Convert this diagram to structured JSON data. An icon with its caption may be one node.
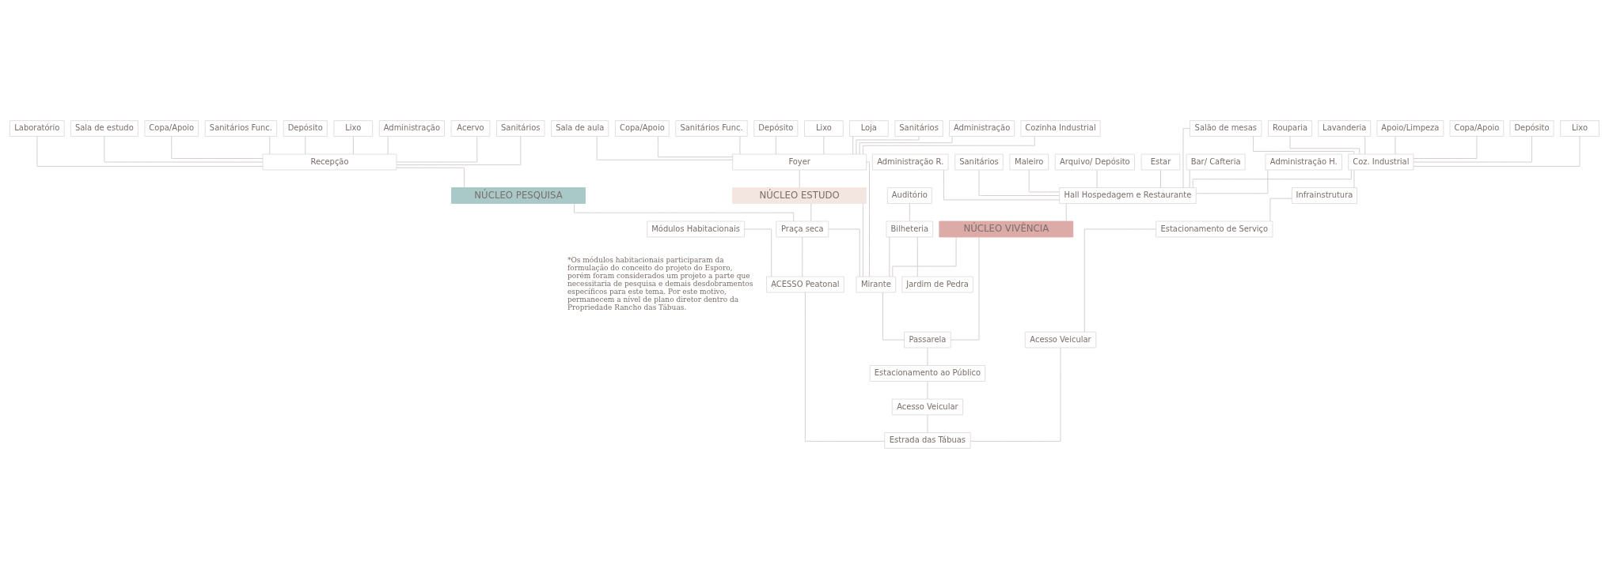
{
  "diagram": {
    "nodes": [
      {
        "text": [
          "Administração"
        ]
      },
      {
        "text": [
          "Acervo"
        ]
      },
      {
        "text": [
          "Sanitários"
        ]
      },
      {
        "text": [
          "Laboratório"
        ]
      },
      {
        "text": [
          "Sala de estudo"
        ]
      },
      {
        "text": [
          "Copa/Apoio"
        ]
      },
      {
        "text": [
          "Sanitários Func."
        ]
      },
      {
        "text": [
          "Depósito"
        ]
      },
      {
        "text": [
          "Lixo"
        ]
      },
      {
        "text": [
          "Recepção"
        ]
      },
      {
        "text": [
          "NÚCLEO PESQUISA"
        ]
      },
      {
        "text": [
          "Sanitários"
        ]
      },
      {
        "text": [
          "Administração"
        ]
      },
      {
        "text": [
          "Cozinha Industrial"
        ]
      },
      {
        "text": [
          "Sala de aula"
        ]
      },
      {
        "text": [
          "Copa/Apoio"
        ]
      },
      {
        "text": [
          "Sanitários Func."
        ]
      },
      {
        "text": [
          "Depósito"
        ]
      },
      {
        "text": [
          "Lixo"
        ]
      },
      {
        "text": [
          "Loja"
        ]
      },
      {
        "text": [
          "Auditório"
        ]
      },
      {
        "text": [
          "Bilheteria"
        ]
      },
      {
        "text": [
          "Jardim de Pedra"
        ]
      },
      {
        "text": [
          "Foyer"
        ]
      },
      {
        "text": [
          "NÚCLEO ESTUDO"
        ]
      },
      {
        "text": [
          "Administração H."
        ]
      },
      {
        "text": [
          "Administração R."
        ]
      },
      {
        "text": [
          "Sanitários"
        ]
      },
      {
        "text": [
          "Maleiro"
        ]
      },
      {
        "text": [
          "Arquivo/ Depósito"
        ]
      },
      {
        "text": [
          "Estar"
        ]
      },
      {
        "text": [
          "Bar/ Cafteria"
        ]
      },
      {
        "text": [
          "Salão de mesas"
        ]
      },
      {
        "text": [
          "Coz. Industrial"
        ]
      },
      {
        "text": [
          "Copa/Apoio"
        ]
      },
      {
        "text": [
          "Depósito"
        ]
      },
      {
        "text": [
          "Lixo"
        ]
      },
      {
        "text": [
          "Rouparia"
        ]
      },
      {
        "text": [
          "Lavanderia"
        ]
      },
      {
        "text": [
          "Apoio/Limpeza"
        ]
      },
      {
        "text": [
          "Hall Hospedagem e Restaurante"
        ]
      },
      {
        "text": [
          "NÚCLEO VIVÊNCIA"
        ]
      },
      {
        "text": [
          "Praça seca"
        ]
      },
      {
        "text": [
          "Mirante"
        ]
      },
      {
        "text": [
          "Módulos Habitacionais"
        ]
      },
      {
        "text": [
          "ACESSO Peatonal"
        ]
      },
      {
        "text": [
          "Passarela"
        ]
      },
      {
        "text": [
          "Infrainstrutura"
        ]
      },
      {
        "text": [
          "Estacionamento ao Público"
        ]
      },
      {
        "text": [
          "Estacionamento de Serviço"
        ]
      },
      {
        "text": [
          "Acesso Veicular"
        ]
      },
      {
        "text": [
          "Acesso Veicular"
        ]
      },
      {
        "text": [
          "Estrada das Tábuas"
        ]
      }
    ],
    "edges": [
      {
        "from": 0,
        "to": 9,
        "arrow": "none"
      },
      {
        "from": 1,
        "to": 9,
        "arrow": "none"
      },
      {
        "from": 2,
        "to": 9,
        "arrow": "none"
      },
      {
        "from": 3,
        "to": 9,
        "arrow": "none"
      },
      {
        "from": 4,
        "to": 9,
        "arrow": "none"
      },
      {
        "from": 5,
        "to": 9,
        "arrow": "none"
      },
      {
        "from": 6,
        "to": 9,
        "arrow": "none"
      },
      {
        "from": 7,
        "to": 9,
        "arrow": "none"
      },
      {
        "from": 8,
        "to": 9,
        "arrow": "none"
      },
      {
        "from": 9,
        "to": 10,
        "arrow": "none"
      },
      {
        "from": 10,
        "to": 42,
        "arrow": "none"
      },
      {
        "from": 11,
        "to": 23,
        "arrow": "none"
      },
      {
        "from": 12,
        "to": 23,
        "arrow": "none"
      },
      {
        "from": 13,
        "to": 23,
        "arrow": "none"
      },
      {
        "from": 14,
        "to": 23,
        "arrow": "none"
      },
      {
        "from": 15,
        "to": 23,
        "arrow": "none"
      },
      {
        "from": 16,
        "to": 23,
        "arrow": "none"
      },
      {
        "from": 17,
        "to": 23,
        "arrow": "none"
      },
      {
        "from": 18,
        "to": 23,
        "arrow": "none"
      },
      {
        "from": 19,
        "to": 23,
        "arrow": "none"
      },
      {
        "from": 20,
        "to": 21,
        "arrow": "none"
      },
      {
        "from": 21,
        "to": 22,
        "arrow": "none"
      },
      {
        "from": 21,
        "to": 43,
        "arrow": "none"
      },
      {
        "from": 23,
        "to": 43,
        "arrow": "none"
      },
      {
        "from": 23,
        "to": 24,
        "arrow": "none"
      },
      {
        "from": 24,
        "to": 43,
        "arrow": "none"
      },
      {
        "from": 24,
        "to": 42,
        "arrow": "none"
      },
      {
        "from": 25,
        "to": 40,
        "arrow": "none"
      },
      {
        "from": 26,
        "to": 40,
        "arrow": "none"
      },
      {
        "from": 27,
        "to": 40,
        "arrow": "none"
      },
      {
        "from": 28,
        "to": 40,
        "arrow": "none"
      },
      {
        "from": 29,
        "to": 40,
        "arrow": "none"
      },
      {
        "from": 30,
        "to": 40,
        "arrow": "none"
      },
      {
        "from": 31,
        "to": 40,
        "arrow": "none"
      },
      {
        "from": 32,
        "to": 40,
        "arrow": "none"
      },
      {
        "from": 32,
        "to": 33,
        "arrow": "none"
      },
      {
        "from": 34,
        "to": 33,
        "arrow": "none"
      },
      {
        "from": 35,
        "to": 33,
        "arrow": "none"
      },
      {
        "from": 36,
        "to": 33,
        "arrow": "none"
      },
      {
        "from": 37,
        "to": 33,
        "arrow": "none"
      },
      {
        "from": 38,
        "to": 33,
        "arrow": "none"
      },
      {
        "from": 39,
        "to": 33,
        "arrow": "none"
      },
      {
        "from": 33,
        "to": 40,
        "arrow": "none"
      },
      {
        "from": 33,
        "to": 47,
        "arrow": "none"
      },
      {
        "from": 40,
        "to": 41,
        "arrow": "none"
      },
      {
        "from": 41,
        "to": 43,
        "arrow": "none"
      },
      {
        "from": 41,
        "to": 46,
        "arrow": "none"
      },
      {
        "from": 42,
        "to": 43,
        "arrow": "none"
      },
      {
        "from": 42,
        "to": 45,
        "arrow": "none"
      },
      {
        "from": 44,
        "to": 45,
        "arrow": "none"
      },
      {
        "from": 45,
        "to": 52,
        "arrow": "none"
      },
      {
        "from": 43,
        "to": 46,
        "arrow": "none"
      },
      {
        "from": 46,
        "to": 48,
        "arrow": "none"
      },
      {
        "from": 48,
        "to": 50,
        "arrow": "none"
      },
      {
        "from": 50,
        "to": 52,
        "arrow": "none"
      },
      {
        "from": 47,
        "to": 49,
        "arrow": "none"
      },
      {
        "from": 49,
        "to": 51,
        "arrow": "none"
      },
      {
        "from": 51,
        "to": 52,
        "arrow": "none"
      }
    ],
    "labels": [
      "*Os módulos habitacionais participaram da formulação do conceito do projeto do Esporo, porém foram considerados um projeto a parte que necessitaria de pesquisa e demais desdobramentos específicos para este tema. Por este motivo, permanecem a nível de plano diretor dentro da Propriedade Rancho das Tábuas."
    ]
  }
}
